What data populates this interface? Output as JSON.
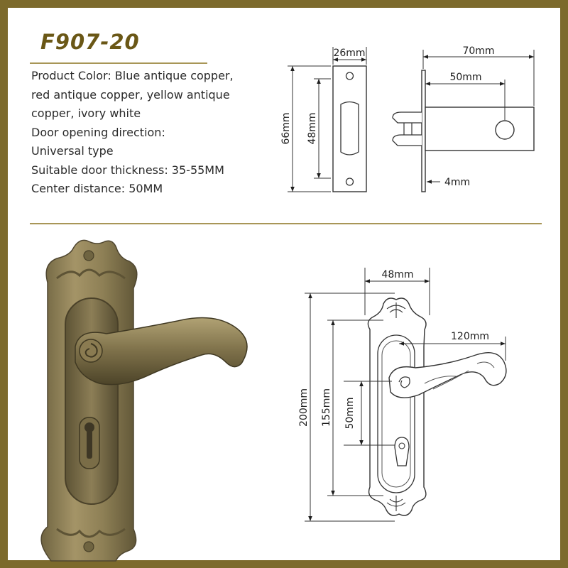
{
  "model": "F907-20",
  "specs": {
    "lines": [
      "Product Color: Blue antique copper,",
      "red antique copper, yellow antique",
      "copper, ivory white",
      "Door opening direction:",
      "Universal type",
      "Suitable door thickness: 35-55MM",
      "Center distance: 50MM"
    ]
  },
  "latch_front": {
    "width_label": "26mm",
    "outer_height_label": "66mm",
    "inner_height_label": "48mm"
  },
  "latch_side": {
    "length_label": "70mm",
    "backset_label": "50mm",
    "plate_label": "4mm"
  },
  "handle_drawing": {
    "width_label": "48mm",
    "lever_label": "120mm",
    "total_height_label": "200mm",
    "plate_height_label": "155mm",
    "center_label": "50mm"
  },
  "colors": {
    "frame": "#7c6a2c",
    "title": "#6a5716",
    "bronze": "#8a7a4e",
    "rule": "#a89657"
  }
}
